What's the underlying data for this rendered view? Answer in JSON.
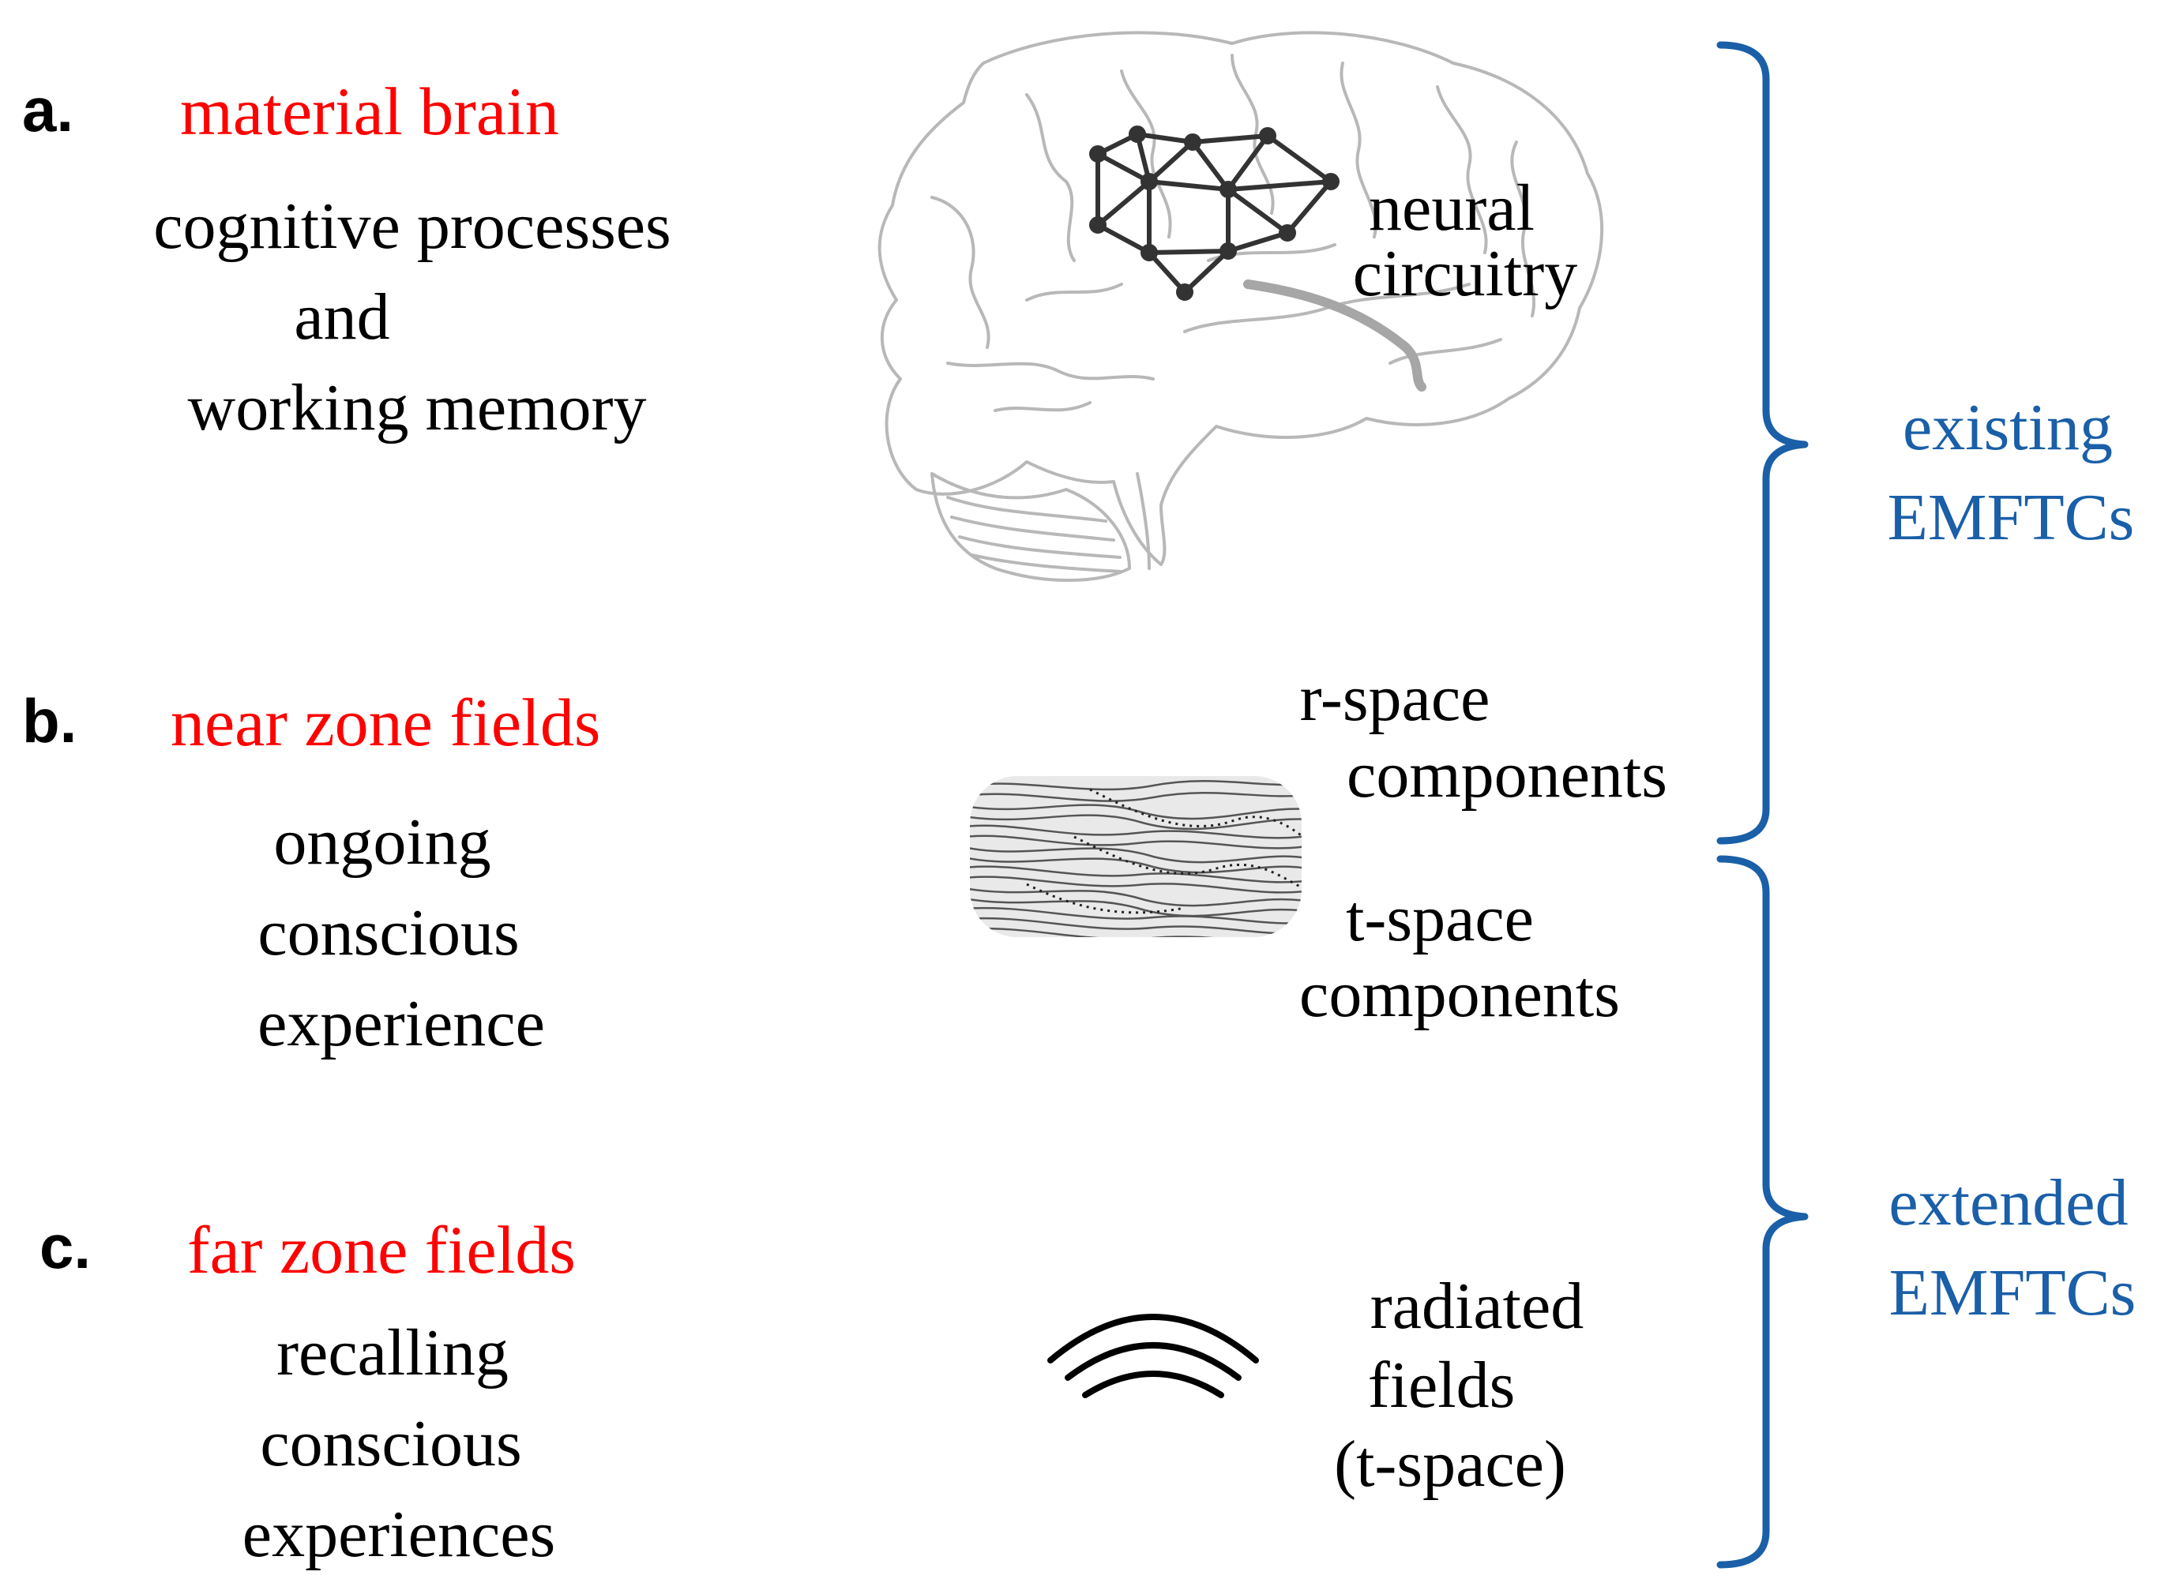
{
  "rows": [
    {
      "letter": "a.",
      "heading": "material brain",
      "lines": [
        "cognitive processes",
        "and",
        "working memory"
      ]
    },
    {
      "letter": "b.",
      "heading": "near zone fields",
      "lines": [
        "ongoing",
        "conscious",
        "experience"
      ]
    },
    {
      "letter": "c.",
      "heading": "far zone fields",
      "lines": [
        "recalling",
        "conscious",
        "experiences"
      ]
    }
  ],
  "labels": {
    "neural": [
      "neural",
      "circuitry"
    ],
    "rspace": [
      "r-space",
      "components"
    ],
    "tspace": [
      "t-space",
      "components"
    ],
    "radiated": [
      "radiated",
      "fields",
      "(t-space)"
    ]
  },
  "brackets": {
    "existing": [
      "existing",
      "EMFTCs"
    ],
    "extended": [
      "extended",
      "EMFTCs"
    ]
  },
  "colors": {
    "heading": "#ff0000",
    "bracket": "#1a5fa8",
    "text": "#000000"
  },
  "icons": {
    "brain": "brain-illustration",
    "network": "neural-network-graph",
    "field": "field-pattern-texture",
    "waves": "radiated-waves-icon"
  }
}
